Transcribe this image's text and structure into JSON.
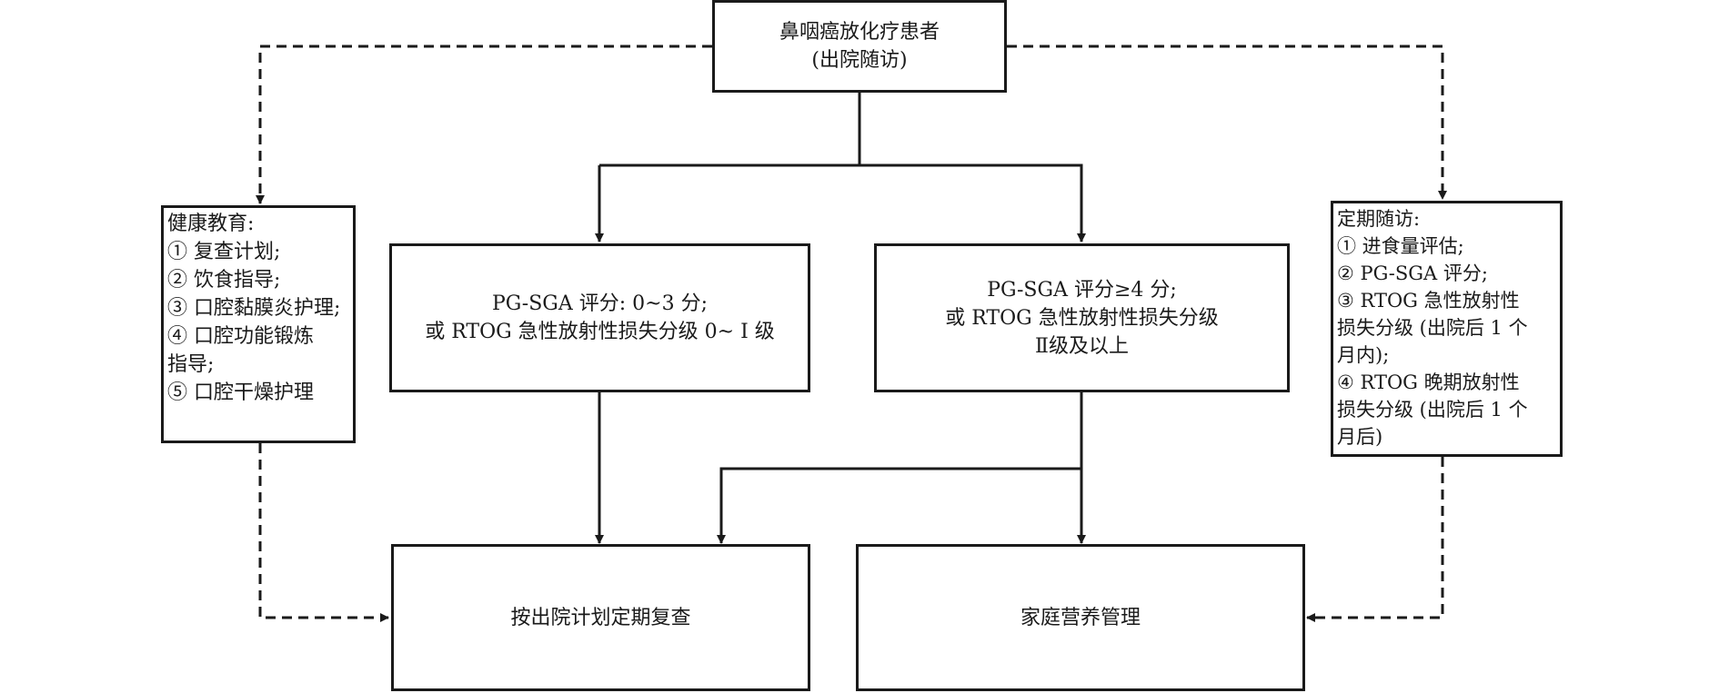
{
  "nodes": {
    "top": {
      "lines": [
        "鼻咽癌放化疗患者",
        "(出院随访)"
      ]
    },
    "education": {
      "lines": [
        "健康教育:",
        "① 复查计划;",
        "② 饮食指导;",
        "③ 口腔黏膜炎护理;",
        "④ 口腔功能锻炼",
        "指导;",
        "⑤ 口腔干燥护理"
      ]
    },
    "low_score": {
      "lines": [
        "PG-SGA 评分: 0~3 分;",
        "或 RTOG 急性放射性损失分级 0~ Ⅰ 级"
      ]
    },
    "high_score": {
      "lines": [
        "PG-SGA 评分≥4 分;",
        "或 RTOG 急性放射性损失分级",
        "Ⅱ级及以上"
      ]
    },
    "followup": {
      "lines": [
        "定期随访:",
        "① 进食量评估;",
        "② PG-SGA 评分;",
        "③ RTOG 急性放射性",
        "损失分级 (出院后 1 个",
        "月内);",
        "④ RTOG 晚期放射性",
        "损失分级 (出院后 1 个",
        "月后)"
      ]
    },
    "recheck": {
      "lines": [
        "按出院计划定期复查"
      ]
    },
    "home_nutrition": {
      "lines": [
        "家庭营养管理"
      ]
    }
  },
  "edges": [
    {
      "from": "top",
      "to": "low_score",
      "style": "solid"
    },
    {
      "from": "top",
      "to": "high_score",
      "style": "solid"
    },
    {
      "from": "top",
      "to": "education",
      "style": "dashed"
    },
    {
      "from": "top",
      "to": "followup",
      "style": "dashed"
    },
    {
      "from": "low_score",
      "to": "recheck",
      "style": "solid"
    },
    {
      "from": "high_score",
      "to": "recheck",
      "style": "solid"
    },
    {
      "from": "high_score",
      "to": "home_nutrition",
      "style": "solid"
    },
    {
      "from": "education",
      "to": "recheck",
      "style": "dashed"
    },
    {
      "from": "followup",
      "to": "home_nutrition",
      "style": "dashed"
    }
  ]
}
